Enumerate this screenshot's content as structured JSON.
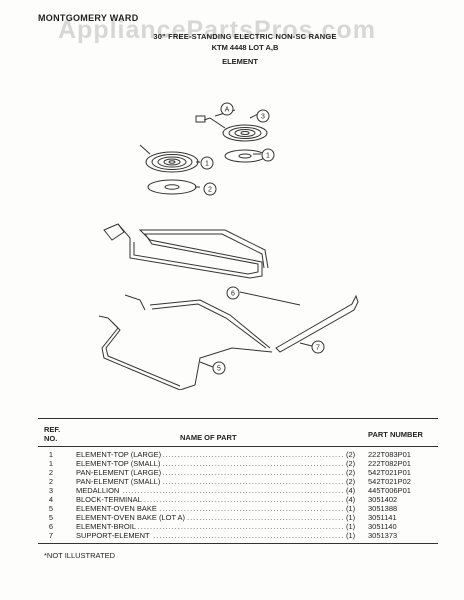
{
  "header": {
    "brand": "MONTGOMERY WARD",
    "watermark": "AppliancePartsPros.com",
    "title_line": "30\" FREE-STANDING ELECTRIC NON-SC RANGE",
    "model_line": "KTM 4448 LOT A,B",
    "section": "ELEMENT"
  },
  "callouts": [
    "A",
    "3",
    "1",
    "2",
    "6",
    "7",
    "5"
  ],
  "table": {
    "ref_header": "REF.",
    "no_header": "NO.",
    "name_header": "NAME OF PART",
    "part_header": "PART NUMBER",
    "rows": [
      {
        "ref": "1",
        "name": "ELEMENT-TOP (LARGE)",
        "qty": "(2)",
        "part": "222T083P01"
      },
      {
        "ref": "1",
        "name": "ELEMENT-TOP (SMALL)",
        "qty": "(2)",
        "part": "222T082P01"
      },
      {
        "ref": "2",
        "name": "PAN-ELEMENT (LARGE)",
        "qty": "(2)",
        "part": "542T021P01"
      },
      {
        "ref": "2",
        "name": "PAN-ELEMENT (SMALL)",
        "qty": "(2)",
        "part": "542T021P02"
      },
      {
        "ref": "3",
        "name": "MEDALLION",
        "qty": "(4)",
        "part": "445T006P01"
      },
      {
        "ref": "4",
        "name": "BLOCK-TERMINAL",
        "qty": "(4)",
        "part": "3051402"
      },
      {
        "ref": "5",
        "name": "ELEMENT-OVEN BAKE",
        "qty": "(1)",
        "part": "3051388"
      },
      {
        "ref": "5",
        "name": "ELEMENT-OVEN BAKE (LOT A)",
        "qty": "(1)",
        "part": "3051141"
      },
      {
        "ref": "6",
        "name": "ELEMENT-BROIL",
        "qty": "(1)",
        "part": "3051140"
      },
      {
        "ref": "7",
        "name": "SUPPORT-ELEMENT",
        "qty": "(1)",
        "part": "3051373"
      }
    ]
  },
  "footnote": "*NOT ILLUSTRATED"
}
